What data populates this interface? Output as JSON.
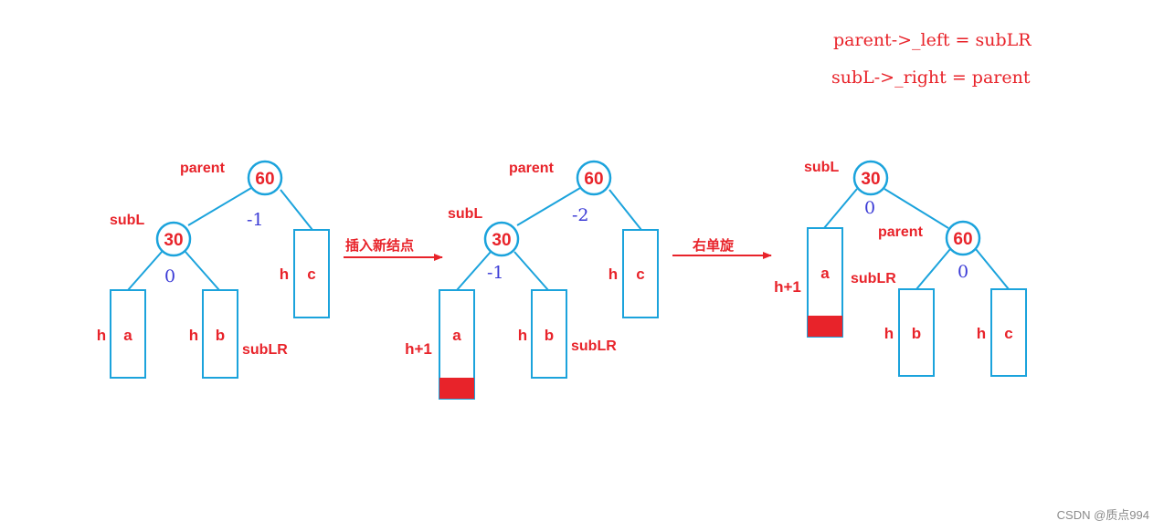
{
  "code": {
    "line1": "parent->_left = subLR",
    "line2": "subL->_right = parent"
  },
  "steps": {
    "insert": "插入新结点",
    "rotate": "右单旋"
  },
  "diagram1": {
    "parent_label": "parent",
    "parent_value": "60",
    "parent_bf": "-1",
    "subL_label": "subL",
    "subL_value": "30",
    "subL_bf": "0",
    "subLR_label": "subLR",
    "a_height": "h",
    "a_name": "a",
    "b_height": "h",
    "b_name": "b",
    "c_height": "h",
    "c_name": "c"
  },
  "diagram2": {
    "parent_label": "parent",
    "parent_value": "60",
    "parent_bf": "-2",
    "subL_label": "subL",
    "subL_value": "30",
    "subL_bf": "-1",
    "subLR_label": "subLR",
    "a_height": "h+1",
    "a_name": "a",
    "b_height": "h",
    "b_name": "b",
    "c_height": "h",
    "c_name": "c"
  },
  "diagram3": {
    "subL_label": "subL",
    "subL_value": "30",
    "subL_bf": "0",
    "parent_label": "parent",
    "parent_value": "60",
    "parent_bf": "0",
    "subLR_label": "subLR",
    "a_height": "h+1",
    "a_name": "a",
    "b_height": "h",
    "b_name": "b",
    "c_height": "h",
    "c_name": "c"
  },
  "colors": {
    "accent": "#e8232a",
    "line": "#1ba3dc",
    "balance": "#3b3bd6"
  },
  "watermark": "CSDN @质点994"
}
